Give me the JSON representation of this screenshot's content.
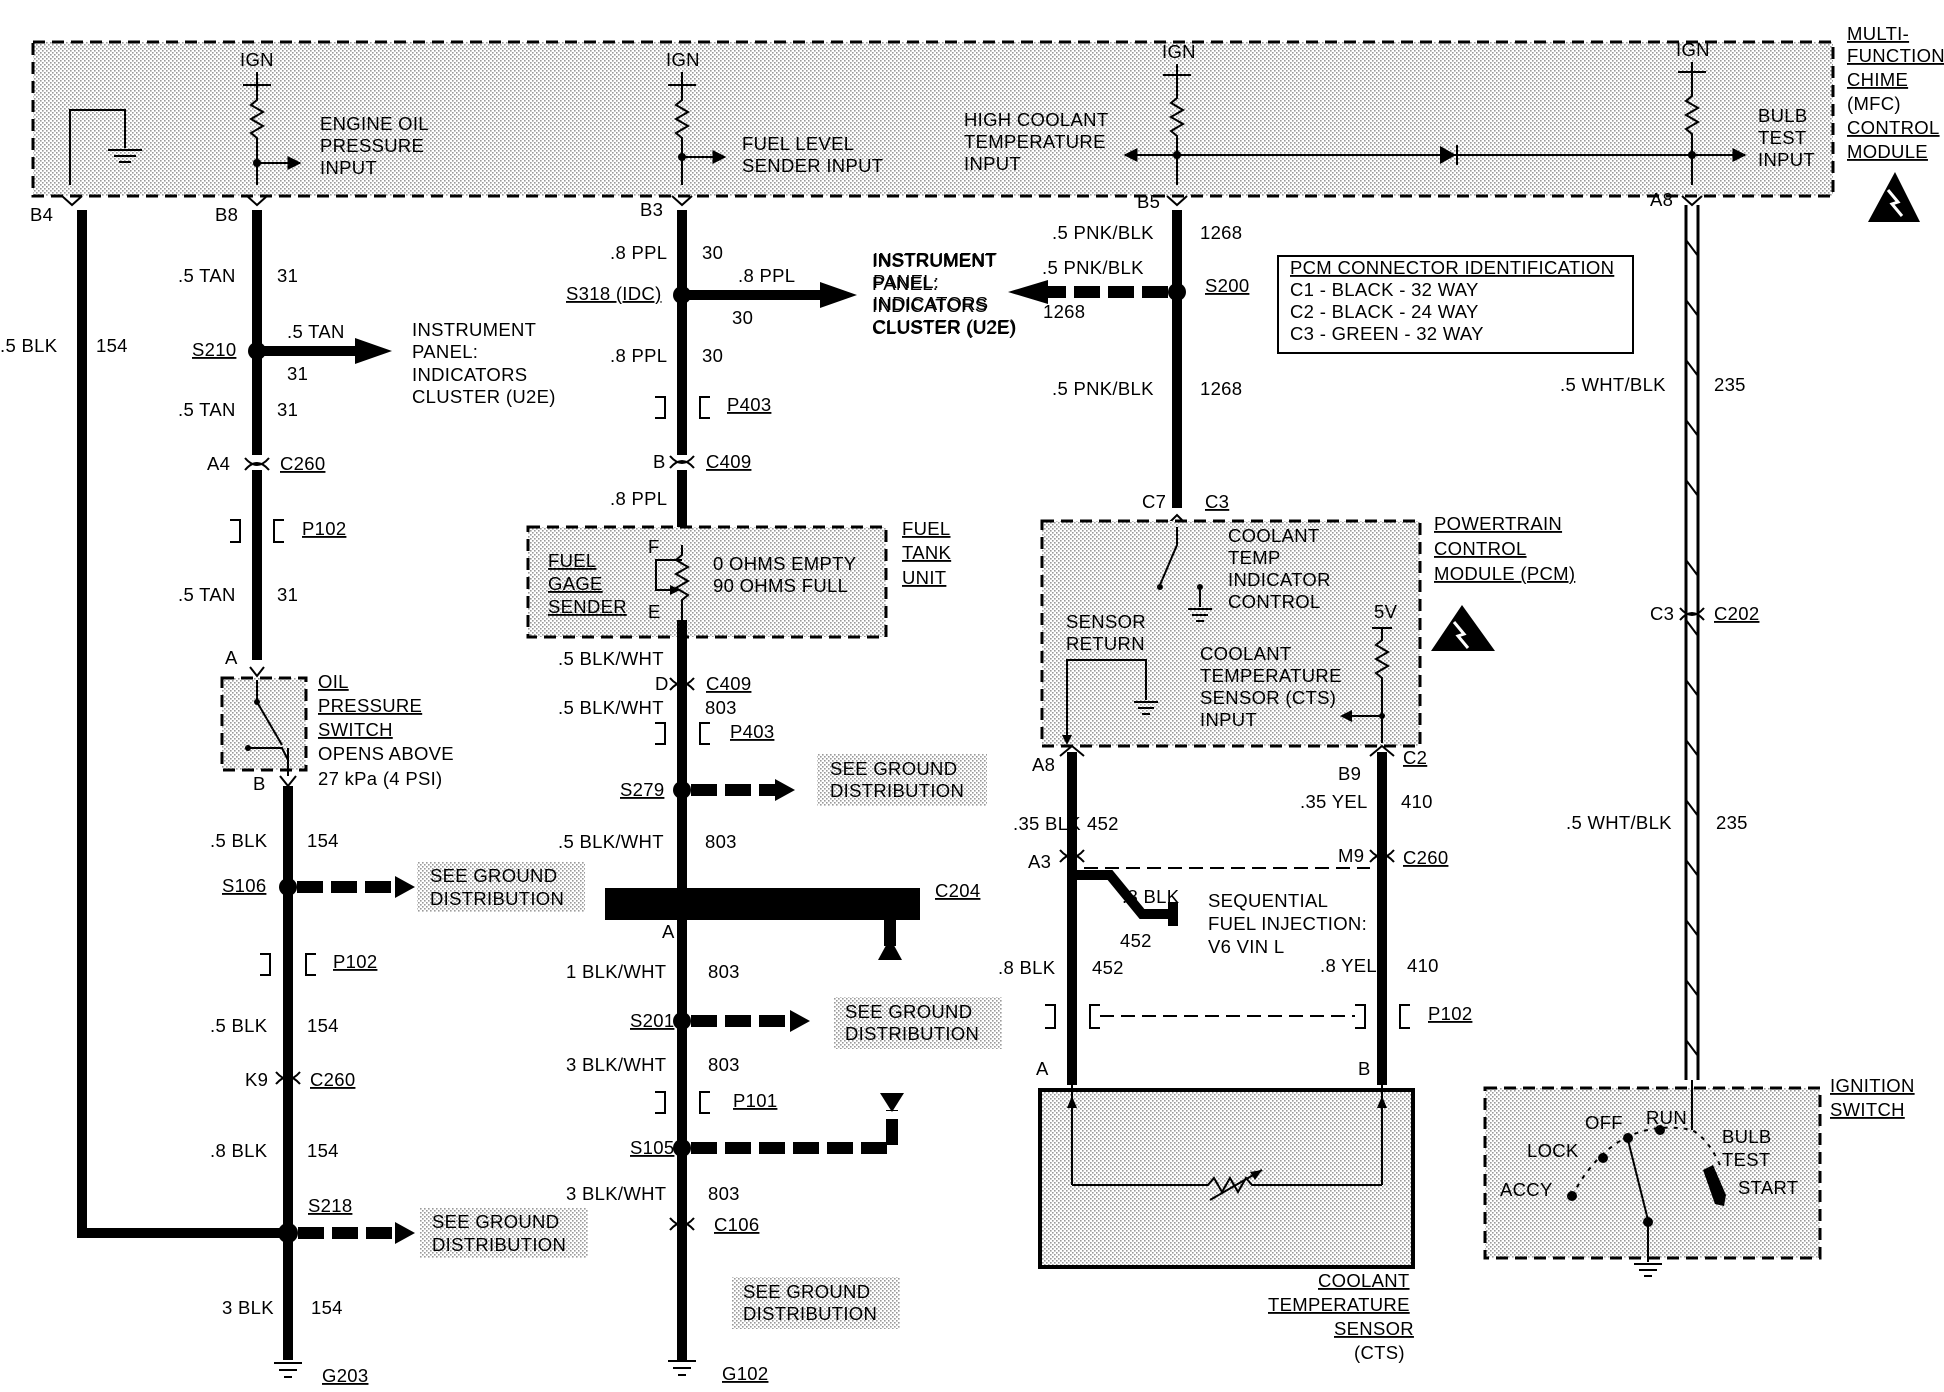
{
  "module": {
    "label_lines": [
      "MULTI-",
      "FUNCTION",
      "CHIME",
      "(MFC)",
      "CONTROL",
      "MODULE"
    ],
    "ign": "IGN",
    "engine_oil": [
      "ENGINE OIL",
      "PRESSURE",
      "INPUT"
    ],
    "fuel_level": [
      "FUEL LEVEL",
      "SENDER INPUT"
    ],
    "high_coolant": [
      "HIGH COOLANT",
      "TEMPERATURE",
      "INPUT"
    ],
    "bulb_test": [
      "BULB",
      "TEST",
      "INPUT"
    ],
    "pins": [
      "B4",
      "B8",
      "B3",
      "B5",
      "A8"
    ]
  },
  "oil_circuit": {
    "w1_gauge": ".5 TAN",
    "w1_num": "31",
    "s210": "S210",
    "s210_gauge": ".5 TAN",
    "s210_num": "31",
    "ipc_lines": [
      "INSTRUMENT",
      "PANEL:",
      "INDICATORS",
      "CLUSTER (U2E)"
    ],
    "w2_gauge": ".5 TAN",
    "w2_num": "31",
    "a4": "A4",
    "c260": "C260",
    "p102": "P102",
    "w3_gauge": ".5 TAN",
    "w3_num": "31",
    "pin_a": "A",
    "pin_b": "B",
    "switch_lines": [
      "OIL",
      "PRESSURE",
      "SWITCH",
      "OPENS ABOVE",
      "27 kPa (4 PSI)"
    ],
    "w4_gauge": ".5 BLK",
    "w4_num": "154",
    "s106": "S106",
    "ground_dist": [
      "SEE GROUND",
      "DISTRIBUTION"
    ],
    "p102b": "P102",
    "w5_gauge": ".5 BLK",
    "w5_num": "154",
    "k9": "K9",
    "c260b": "C260",
    "w6_gauge": ".8 BLK",
    "w6_num": "154",
    "s218": "S218",
    "w7_gauge": "3 BLK",
    "w7_num": "154",
    "g203": "G203",
    "b4_gauge": ".5 BLK",
    "b4_num": "154"
  },
  "fuel_circuit": {
    "w1_gauge": ".8 PPL",
    "w1_num": "30",
    "s318": "S318 (IDC)",
    "s318_gauge": ".8 PPL",
    "s318_num": "30",
    "ipc_lines": [
      "INSTRUMENT",
      "PANEL:",
      "INDICATORS",
      "CLUSTER (U2E)"
    ],
    "w2_gauge": ".8 PPL",
    "w2_num": "30",
    "p403": "P403",
    "b": "B",
    "c409": "C409",
    "w3_gauge": ".8 PPL",
    "sender_lines": [
      "FUEL",
      "GAGE",
      "SENDER"
    ],
    "f": "F",
    "e": "E",
    "ohms": [
      "0 OHMS EMPTY",
      "90 OHMS FULL"
    ],
    "tank_lines": [
      "FUEL",
      "TANK",
      "UNIT"
    ],
    "w4_gauge": ".5 BLK/WHT",
    "d": "D",
    "c409b": "C409",
    "w5_gauge": ".5 BLK/WHT",
    "w5_num": "803",
    "p403b": "P403",
    "s279": "S279",
    "w6_gauge": ".5 BLK/WHT",
    "w6_num": "803",
    "c204": "C204",
    "a": "A",
    "w7_gauge": "1 BLK/WHT",
    "w7_num": "803",
    "s201": "S201",
    "w8_gauge": "3 BLK/WHT",
    "w8_num": "803",
    "p101": "P101",
    "s105": "S105",
    "w9_gauge": "3 BLK/WHT",
    "w9_num": "803",
    "c106": "C106",
    "g102": "G102"
  },
  "coolant_circuit": {
    "w1_gauge": ".5 PNK/BLK",
    "w1_num": "1268",
    "s200": "S200",
    "s200_gauge": ".5 PNK/BLK",
    "s200_num": "1268",
    "ipc_lines": [
      "INSTRUMENT",
      "PANEL:",
      "INDICATORS",
      "CLUSTER (U2E)"
    ],
    "w2_gauge": ".5 PNK/BLK",
    "w2_num": "1268",
    "pcm_id_title": "PCM CONNECTOR IDENTIFICATION",
    "pcm_id_lines": [
      "C1 - BLACK - 32 WAY",
      "C2 - BLACK - 24 WAY",
      "C3 - GREEN - 32 WAY"
    ],
    "c7": "C7",
    "c3": "C3",
    "ctic_lines": [
      "COOLANT",
      "TEMP",
      "INDICATOR",
      "CONTROL"
    ],
    "pcm_lines": [
      "POWERTRAIN",
      "CONTROL",
      "MODULE (PCM)"
    ],
    "sensor_return": [
      "SENSOR",
      "RETURN"
    ],
    "five_v": "5V",
    "cts_input": [
      "COOLANT",
      "TEMPERATURE",
      "SENSOR (CTS)",
      "INPUT"
    ],
    "a8": "A8",
    "c2": "C2",
    "b9": "B9",
    "left_gauge": ".35 BLK",
    "left_num": "452",
    "right_gauge": ".35 YEL",
    "right_num": "410",
    "a3": "A3",
    "m9": "M9",
    "c260": "C260",
    "sfi_gauge": ".8 BLK",
    "sfi_num": "452",
    "sfi_lines": [
      "SEQUENTIAL",
      "FUEL INJECTION:",
      "V6 VIN L"
    ],
    "left2_gauge": ".8 BLK",
    "left2_num": "452",
    "right2_gauge": ".8 YEL",
    "right2_num": "410",
    "p102": "P102",
    "pin_a": "A",
    "pin_b": "B",
    "cts_lines": [
      "COOLANT",
      "TEMPERATURE",
      "SENSOR",
      "(CTS)"
    ]
  },
  "bulb_circuit": {
    "w1_gauge": ".5 WHT/BLK",
    "w1_num": "235",
    "c3": "C3",
    "c202": "C202",
    "w2_gauge": ".5 WHT/BLK",
    "w2_num": "235",
    "switch_lines": [
      "IGNITION",
      "SWITCH"
    ],
    "off": "OFF",
    "run": "RUN",
    "lock": "LOCK",
    "accy": "ACCY",
    "bulb_test": [
      "BULB",
      "TEST"
    ],
    "start": "START"
  }
}
